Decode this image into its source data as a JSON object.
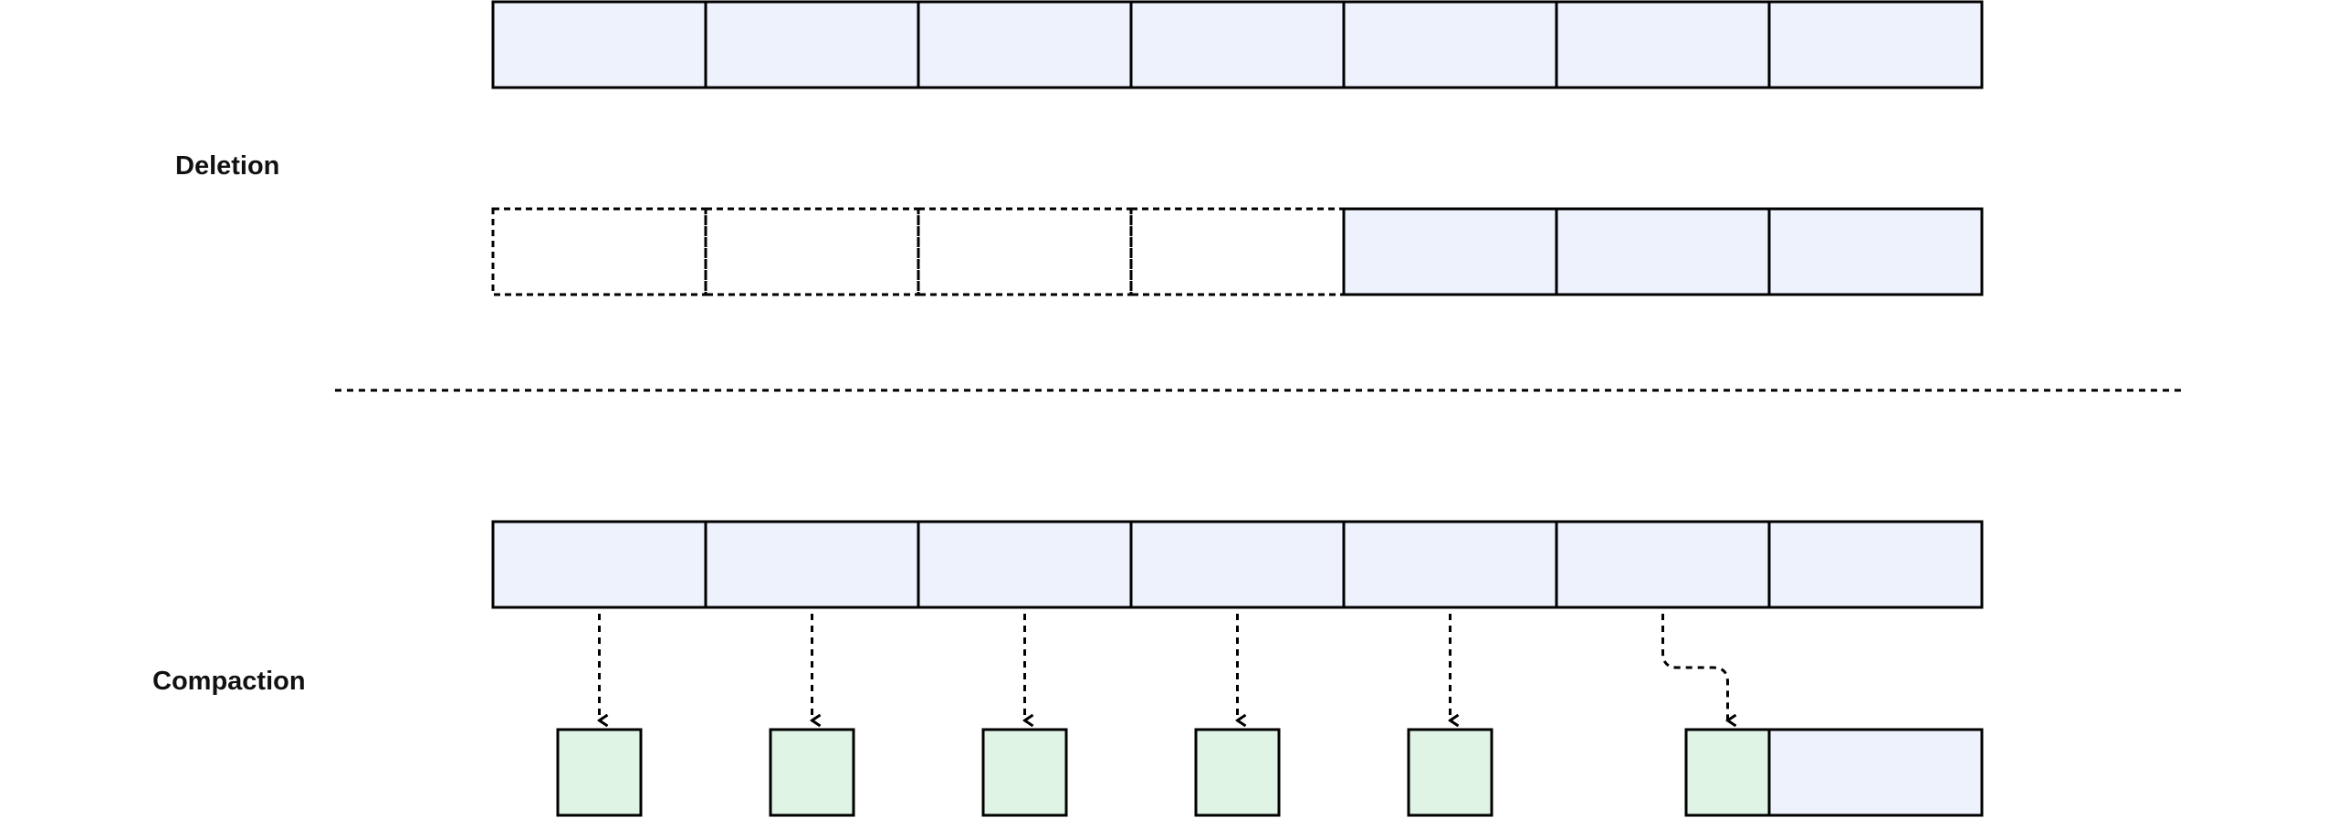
{
  "labels": {
    "deletion": "Deletion",
    "compaction": "Compaction"
  },
  "colors": {
    "segment_fill": "#eef2fd",
    "compacted_fill": "#dff4e4",
    "stroke": "#000000",
    "background": "#ffffff"
  },
  "deletion": {
    "before": {
      "segment_count": 7
    },
    "after": {
      "deleted_count": 4,
      "remaining_count": 3
    }
  },
  "compaction": {
    "input_segment_count": 7,
    "compacted_segment_count": 6,
    "merged_into_last_group": true
  }
}
